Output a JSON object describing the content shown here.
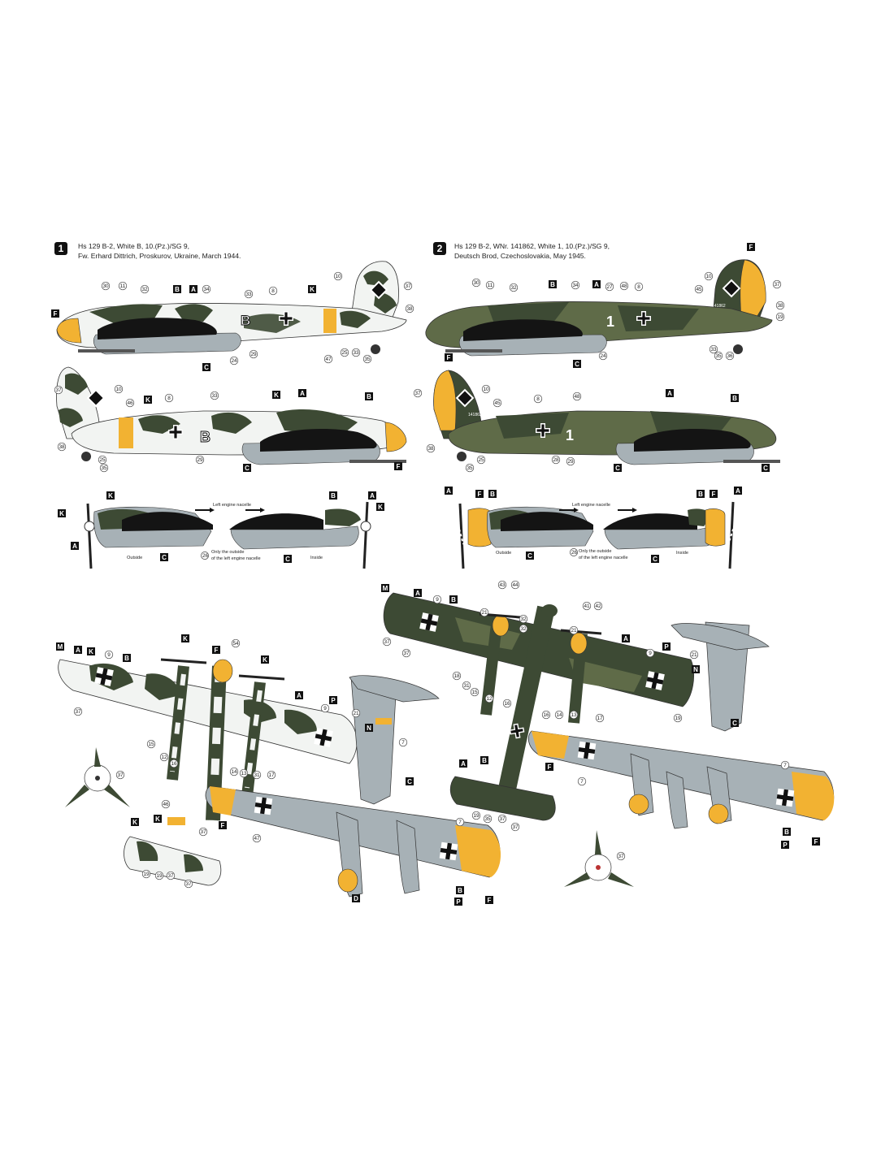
{
  "scheme1": {
    "number": "1",
    "caption": [
      "Hs 129 B-2, White B, 10.(Pz.)/SG 9,",
      "Fw. Erhard Dittrich, Proskurov, Ukraine, March 1944."
    ],
    "code_letter": "B",
    "nacelle_labels": {
      "left_engine": "Left engine nacelle",
      "outside": "Outside",
      "inside": "Inside",
      "note_number": "26",
      "note": [
        "Only the outside",
        "of the left engine nacelle"
      ]
    }
  },
  "scheme2": {
    "number": "2",
    "caption": [
      "Hs 129 B-2, WNr. 141862, White 1, 10.(Pz.)/SG 9,",
      "Deutsch Brod, Czechoslovakia, May 1945."
    ],
    "code_letter": "1",
    "werknummer": "141862",
    "nacelle_labels": {
      "left_engine": "Left engine nacelle",
      "outside": "Outside",
      "inside": "Inside",
      "note_number": "26",
      "note": [
        "Only the outside",
        "of the left engine nacelle"
      ]
    }
  },
  "colors": {
    "dark_green": "#3d4a34",
    "olive_green": "#5f6b48",
    "light_blue_grey": "#a7b1b6",
    "yellow": "#f2b232",
    "white": "#f2f4f2",
    "black": "#141414"
  },
  "callouts": {
    "s1_side_left": {
      "squares": [
        "B",
        "A",
        "K",
        "F",
        "C"
      ],
      "numbers": [
        "30",
        "11",
        "32",
        "34",
        "33",
        "8",
        "10",
        "37",
        "38",
        "24",
        "29",
        "47",
        "25",
        "33",
        "35"
      ]
    },
    "s1_side_right": {
      "squares": [
        "K",
        "K",
        "A",
        "B",
        "C",
        "F"
      ],
      "numbers": [
        "37",
        "10",
        "46",
        "8",
        "33",
        "38",
        "35",
        "25",
        "29"
      ]
    },
    "s1_nacelle": {
      "squares": [
        "K",
        "K",
        "A",
        "C",
        "B",
        "A",
        "K",
        "C"
      ]
    },
    "s1_plan": {
      "squares": [
        "M",
        "A",
        "K",
        "B",
        "K",
        "F",
        "K",
        "A",
        "P",
        "N",
        "C",
        "K",
        "K",
        "F",
        "D",
        "B",
        "P",
        "F"
      ],
      "numbers": [
        "54",
        "9",
        "37",
        "15",
        "12",
        "16",
        "14",
        "13",
        "31",
        "17",
        "9",
        "21",
        "7",
        "7",
        "47",
        "46",
        "37",
        "19",
        "19",
        "37",
        "37",
        "37"
      ]
    },
    "s2_side_left": {
      "squares": [
        "B",
        "A",
        "F",
        "C"
      ],
      "numbers": [
        "30",
        "11",
        "32",
        "34",
        "27",
        "48",
        "8",
        "10",
        "45",
        "37",
        "38",
        "19",
        "24",
        "33",
        "35",
        "36"
      ]
    },
    "s2_side_right": {
      "squares": [
        "F",
        "A",
        "B",
        "C",
        "C"
      ],
      "numbers": [
        "37",
        "10",
        "45",
        "8",
        "48",
        "38",
        "35",
        "25",
        "28",
        "29"
      ]
    },
    "s2_nacelle": {
      "squares": [
        "A",
        "F",
        "B",
        "C",
        "B",
        "F",
        "A",
        "C"
      ]
    },
    "s2_plan": {
      "squares": [
        "M",
        "A",
        "B",
        "A",
        "P",
        "N",
        "C",
        "A",
        "B",
        "F",
        "B",
        "P",
        "F"
      ],
      "numbers": [
        "43",
        "44",
        "41",
        "42",
        "9",
        "21",
        "32",
        "32",
        "21",
        "9",
        "21",
        "37",
        "18",
        "31",
        "15",
        "12",
        "16",
        "16",
        "14",
        "13",
        "17",
        "19",
        "7",
        "7",
        "37",
        "19",
        "35",
        "37",
        "37",
        "37"
      ]
    }
  }
}
